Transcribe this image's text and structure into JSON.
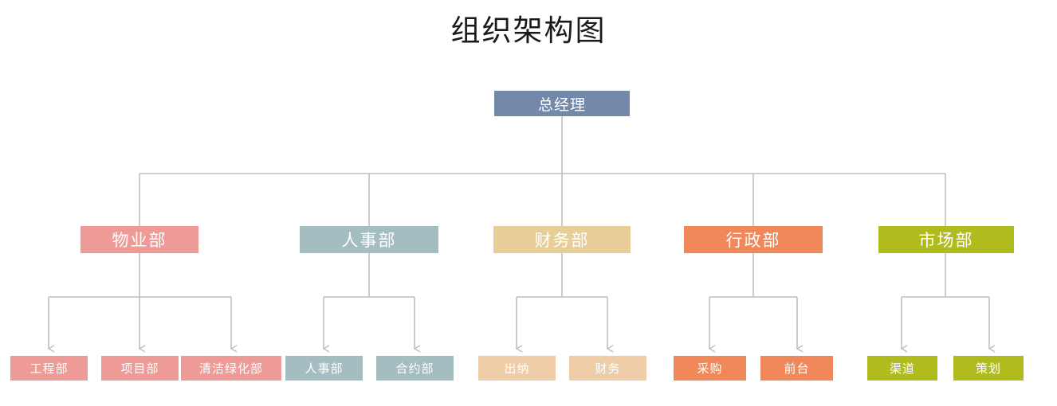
{
  "title": "组织架构图",
  "palette": {
    "root": "#7389AA",
    "property": "#EE9A97",
    "hr": "#A4BDC0",
    "finance": "#E8CE96",
    "finance_leaf": "#EECDA8",
    "admin": "#F0885A",
    "marketing": "#B0BC1D",
    "connector": "#BFBFBF",
    "background": "#FFFFFF",
    "text_on_node": "#FFFFFF",
    "title_text": "#1A1A1A"
  },
  "chart_data": {
    "type": "diagram",
    "title": "组织架构图",
    "orientation": "top-down",
    "levels": 3,
    "root": {
      "label": "总经理",
      "color": "#7389AA"
    },
    "departments": [
      {
        "label": "物业部",
        "color": "#EE9A97",
        "children": [
          {
            "label": "工程部",
            "color": "#EE9A97"
          },
          {
            "label": "项目部",
            "color": "#EE9A97"
          },
          {
            "label": "清洁绿化部",
            "color": "#EE9A97"
          }
        ]
      },
      {
        "label": "人事部",
        "color": "#A4BDC0",
        "children": [
          {
            "label": "人事部",
            "color": "#A4BDC0"
          },
          {
            "label": "合约部",
            "color": "#A4BDC0"
          }
        ]
      },
      {
        "label": "财务部",
        "color": "#E8CE96",
        "children": [
          {
            "label": "出纳",
            "color": "#EECDA8"
          },
          {
            "label": "财务",
            "color": "#EECDA8"
          }
        ]
      },
      {
        "label": "行政部",
        "color": "#F0885A",
        "children": [
          {
            "label": "采购",
            "color": "#F0885A"
          },
          {
            "label": "前台",
            "color": "#F0885A"
          }
        ]
      },
      {
        "label": "市场部",
        "color": "#B0BC1D",
        "children": [
          {
            "label": "渠道",
            "color": "#B0BC1D"
          },
          {
            "label": "策划",
            "color": "#B0BC1D"
          }
        ]
      }
    ]
  },
  "nodes": {
    "root": {
      "label": "总经理"
    },
    "dept_property": {
      "label": "物业部"
    },
    "dept_hr": {
      "label": "人事部"
    },
    "dept_finance": {
      "label": "财务部"
    },
    "dept_admin": {
      "label": "行政部"
    },
    "dept_marketing": {
      "label": "市场部"
    },
    "property_1": {
      "label": "工程部"
    },
    "property_2": {
      "label": "项目部"
    },
    "property_3": {
      "label": "清洁绿化部"
    },
    "hr_1": {
      "label": "人事部"
    },
    "hr_2": {
      "label": "合约部"
    },
    "finance_1": {
      "label": "出纳"
    },
    "finance_2": {
      "label": "财务"
    },
    "admin_1": {
      "label": "采购"
    },
    "admin_2": {
      "label": "前台"
    },
    "marketing_1": {
      "label": "渠道"
    },
    "marketing_2": {
      "label": "策划"
    }
  }
}
